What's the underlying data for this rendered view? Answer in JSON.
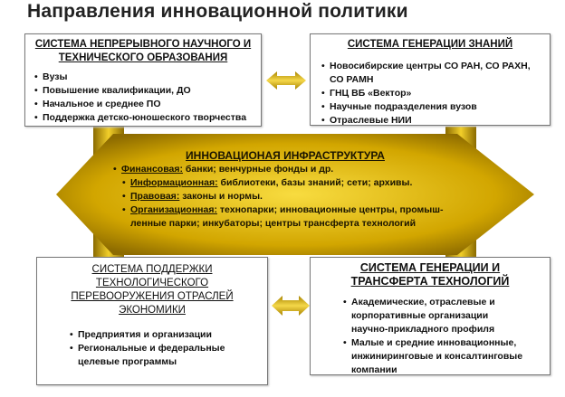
{
  "title": "Направления инновационной политики",
  "colors": {
    "gold": "#d4a800",
    "gold_dark": "#8a6a00",
    "gold_light": "#f5d84a"
  },
  "top_left": {
    "heading": "СИСТЕМА НЕПРЕРЫВНОГО НАУЧНОГО И ТЕХНИЧЕСКОГО ОБРАЗОВАНИЯ",
    "items": [
      "Вузы",
      "Повышение квалификации, ДО",
      "Начальное и среднее ПО",
      "Поддержка детско-юношеского  творчества"
    ]
  },
  "top_right": {
    "heading": "СИСТЕМА ГЕНЕРАЦИИ ЗНАНИЙ",
    "items": [
      "Новосибирские центры СО РАН, СО РАХН, СО РАМН",
      "ГНЦ ВБ «Вектор»",
      "Научные подразделения вузов",
      "Отраслевые НИИ"
    ]
  },
  "infrastructure": {
    "heading": "ИННОВАЦИОНАЯ ИНФРАСТРУКТУРА",
    "items": [
      {
        "label": "Финансовая:",
        "text": " банки; венчурные фонды и др."
      },
      {
        "label": "Информационная:",
        "text": " библиотеки, базы знаний; сети; архивы."
      },
      {
        "label": "Правовая:",
        "text": " законы и нормы."
      },
      {
        "label": "Организационная:",
        "text": " технопарки; инновационные центры, промыш-ленные парки; инкубаторы; центры трансферта технологий"
      }
    ]
  },
  "bottom_left": {
    "heading": "СИСТЕМА ПОДДЕРЖКИ ТЕХНОЛОГИЧЕСКОГО ПЕРЕВООРУЖЕНИЯ ОТРАСЛЕЙ ЭКОНОМИКИ",
    "items": [
      "Предприятия и организации",
      "Региональные и федеральные целевые программы"
    ]
  },
  "bottom_right": {
    "heading": "СИСТЕМА ГЕНЕРАЦИИ И ТРАНСФЕРТА ТЕХНОЛОГИЙ",
    "items": [
      "Академические, отраслевые и корпоративные организации научно-прикладного профиля",
      "Малые и средние инновационные, инжиниринговые и консалтинговые компании"
    ]
  }
}
